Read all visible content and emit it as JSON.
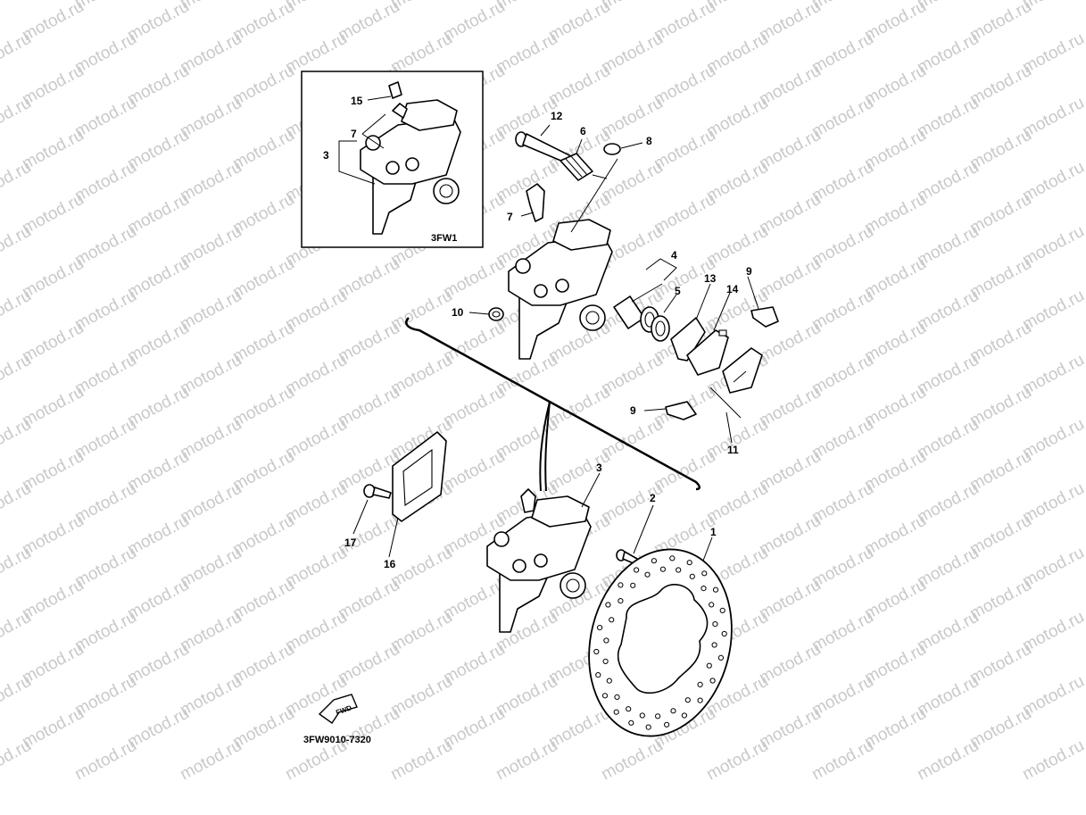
{
  "watermark": "motod.ru",
  "inset": {
    "code": "3FW1"
  },
  "diagram_code": "3FW9010-7320",
  "fwd_label": "FWD",
  "callouts": {
    "c1": "1",
    "c2": "2",
    "c3_main": "3",
    "c3_inset": "3",
    "c4": "4",
    "c5": "5",
    "c6": "6",
    "c7_main": "7",
    "c7_inset": "7",
    "c8": "8",
    "c9_top": "9",
    "c9_bottom": "9",
    "c10": "10",
    "c11": "11",
    "c12": "12",
    "c13": "13",
    "c14": "14",
    "c15": "15",
    "c16": "16",
    "c17": "17"
  }
}
